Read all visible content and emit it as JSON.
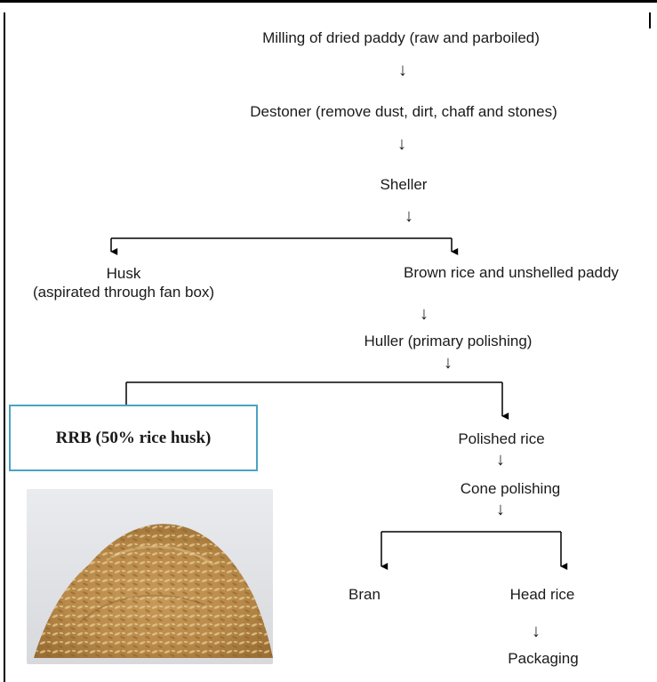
{
  "steps": {
    "milling": "Milling of dried paddy (raw and parboiled)",
    "destoner": "Destoner (remove dust, dirt, chaff and stones)",
    "sheller": "Sheller",
    "husk_title": "Husk",
    "husk_sub": "(aspirated through fan box)",
    "brown_rice": "Brown rice and unshelled paddy",
    "huller": "Huller (primary polishing)",
    "rrb": "RRB (50% rice husk)",
    "polished_rice": "Polished rice",
    "cone_polishing": "Cone polishing",
    "bran": "Bran",
    "head_rice": "Head rice",
    "packaging": "Packaging"
  },
  "arrow_glyph": "↓",
  "colors": {
    "rrb_border": "#4aa3c3",
    "line": "#000000"
  },
  "image": {
    "subject": "rice-husk-pile-photo"
  }
}
